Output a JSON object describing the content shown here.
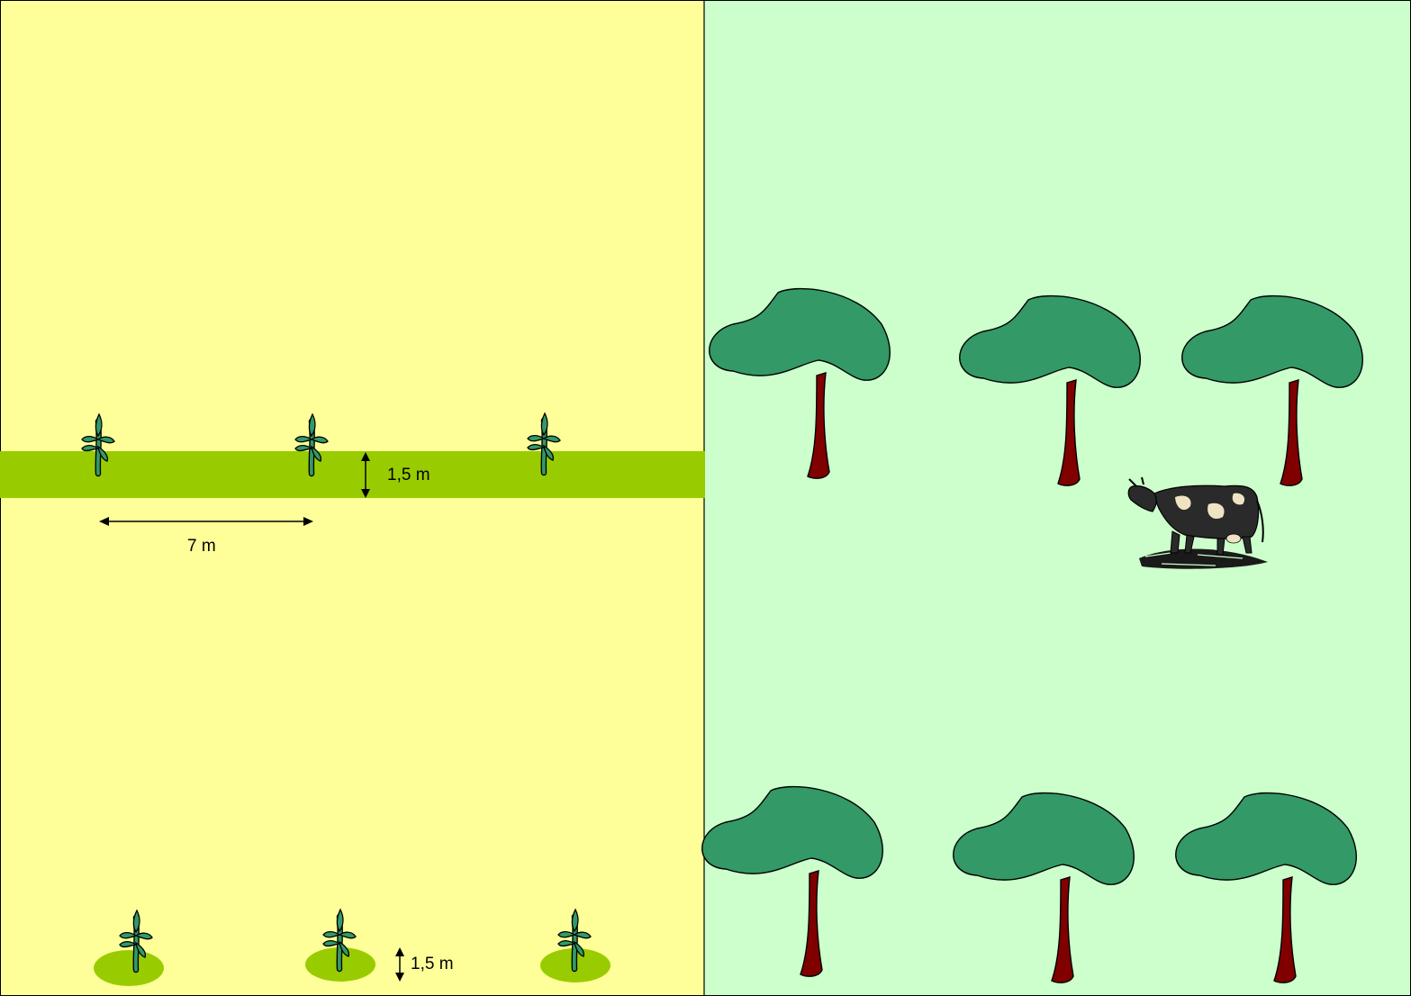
{
  "colors": {
    "left_field": "#ffff99",
    "right_field": "#ccffcc",
    "planted_strip": "#99cc00",
    "planting_spot": "#99cc00",
    "tree_canopy": "#339966",
    "tree_trunk": "#800000",
    "seedling_leaf": "#339966",
    "border": "#000000"
  },
  "labels": {
    "strip_width": "1,5 m",
    "plant_spacing": "7 m",
    "spot_diameter": "1,5 m"
  },
  "icons": {
    "seedling": "seedling-icon",
    "tree": "tree-icon",
    "cow": "cow-icon"
  }
}
